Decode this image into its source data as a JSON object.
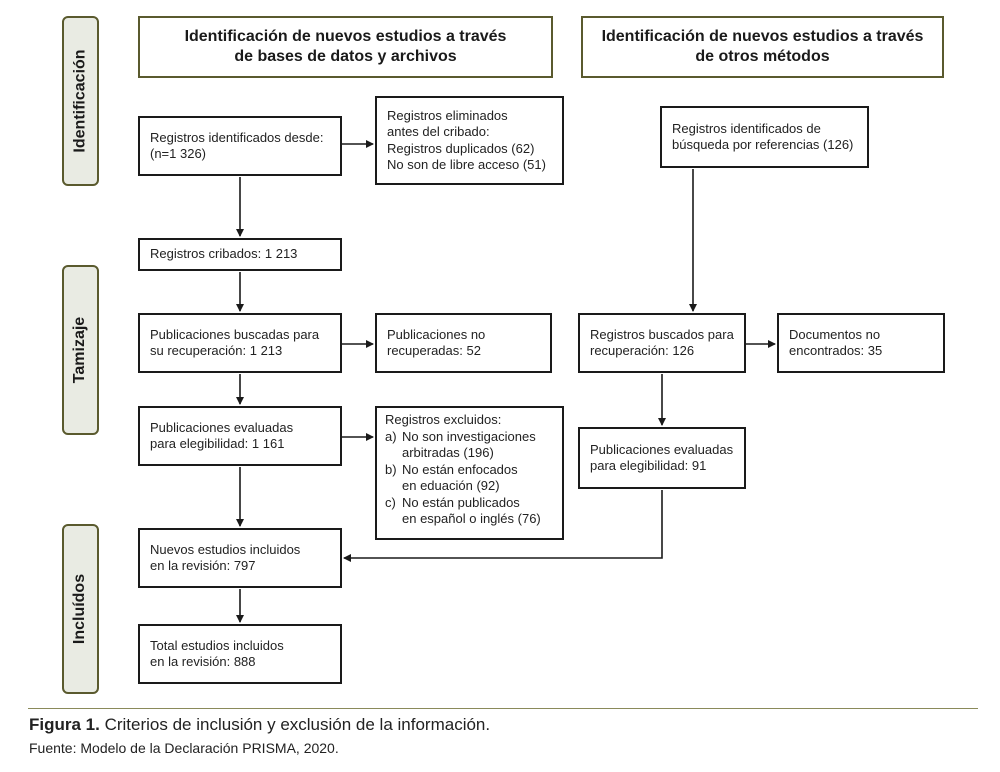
{
  "headers": {
    "left": "Identificación de nuevos estudios a través\nde bases de datos y archivos",
    "right": "Identificación de nuevos estudios a través\nde otros métodos"
  },
  "phases": [
    "Identificación",
    "Tamizaje",
    "Incluídos"
  ],
  "boxes": {
    "registros_identificados": "Registros identificados desde:\n(n=1 326)",
    "registros_eliminados": "Registros eliminados\nantes del cribado:\nRegistros duplicados (62)\nNo son de libre acceso (51)",
    "registros_referencias": "Registros identificados de\nbúsqueda por referencias (126)",
    "registros_cribados": "Registros cribados: 1 213",
    "publicaciones_buscadas": "Publicaciones buscadas para\nsu recuperación: 1 213",
    "publicaciones_no_recuperadas": "Publicaciones no\nrecuperadas: 52",
    "registros_buscados": "Registros buscados para\nrecuperación: 126",
    "documentos_no_encontrados": "Documentos no\nencontrados: 35",
    "publicaciones_evaluadas": "Publicaciones evaluadas\npara elegibilidad: 1 161",
    "publicaciones_evaluadas_otros": "Publicaciones evaluadas\npara elegibilidad: 91",
    "nuevos_incluidos": "Nuevos estudios incluidos\nen la revisión: 797",
    "total_incluidos": "Total estudios incluidos\nen la revisión: 888"
  },
  "excluidos": {
    "title": "Registros excluidos:",
    "items": [
      {
        "marker": "a)",
        "text": "No son investigaciones\narbitradas (196)"
      },
      {
        "marker": "b)",
        "text": "No están enfocados\nen eduación (92)"
      },
      {
        "marker": "c)",
        "text": "No están publicados\nen español o inglés (76)"
      }
    ]
  },
  "caption": {
    "label": "Figura 1.",
    "text": "Criterios de inclusión y exclusión de la información."
  },
  "source": "Fuente: Modelo de la Declaración PRISMA, 2020."
}
